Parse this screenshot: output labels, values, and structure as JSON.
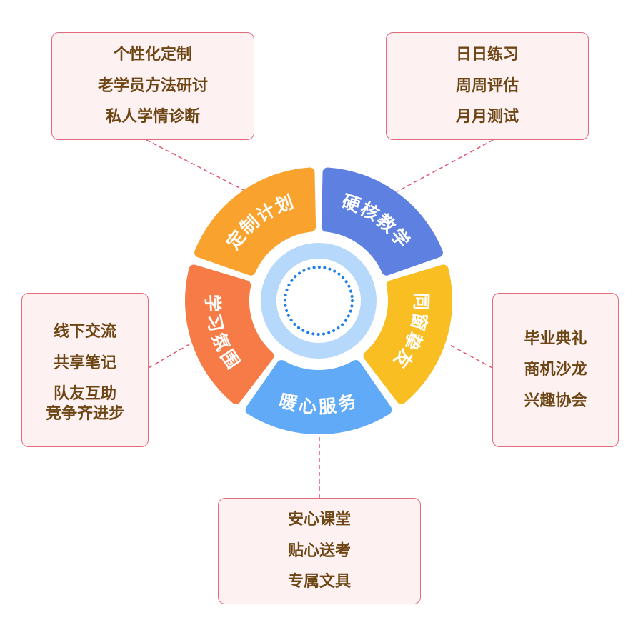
{
  "segments": [
    {
      "label": "定制计划",
      "color": "#f9a22d"
    },
    {
      "label": "硬核教学",
      "color": "#5e80e0"
    },
    {
      "label": "同窗挚友",
      "color": "#f8be22"
    },
    {
      "label": "暖心服务",
      "color": "#60aaf7"
    },
    {
      "label": "学习氛围",
      "color": "#f77b46"
    }
  ],
  "center": {
    "ring_color": "#b6d8fb",
    "dot_color": "#1f7fe6"
  },
  "boxes": {
    "top_left": [
      "个性化定制",
      "老学员方法研讨",
      "私人学情诊断"
    ],
    "top_right": [
      "日日练习",
      "周周评估",
      "月月测试"
    ],
    "left": [
      "线下交流",
      "共享笔记",
      "队友互助",
      "竞争齐进步"
    ],
    "right": [
      "毕业典礼",
      "商机沙龙",
      "兴趣协会"
    ],
    "bottom": [
      "安心课堂",
      "贴心送考",
      "专属文具"
    ]
  },
  "connector_color": "#e0566e"
}
